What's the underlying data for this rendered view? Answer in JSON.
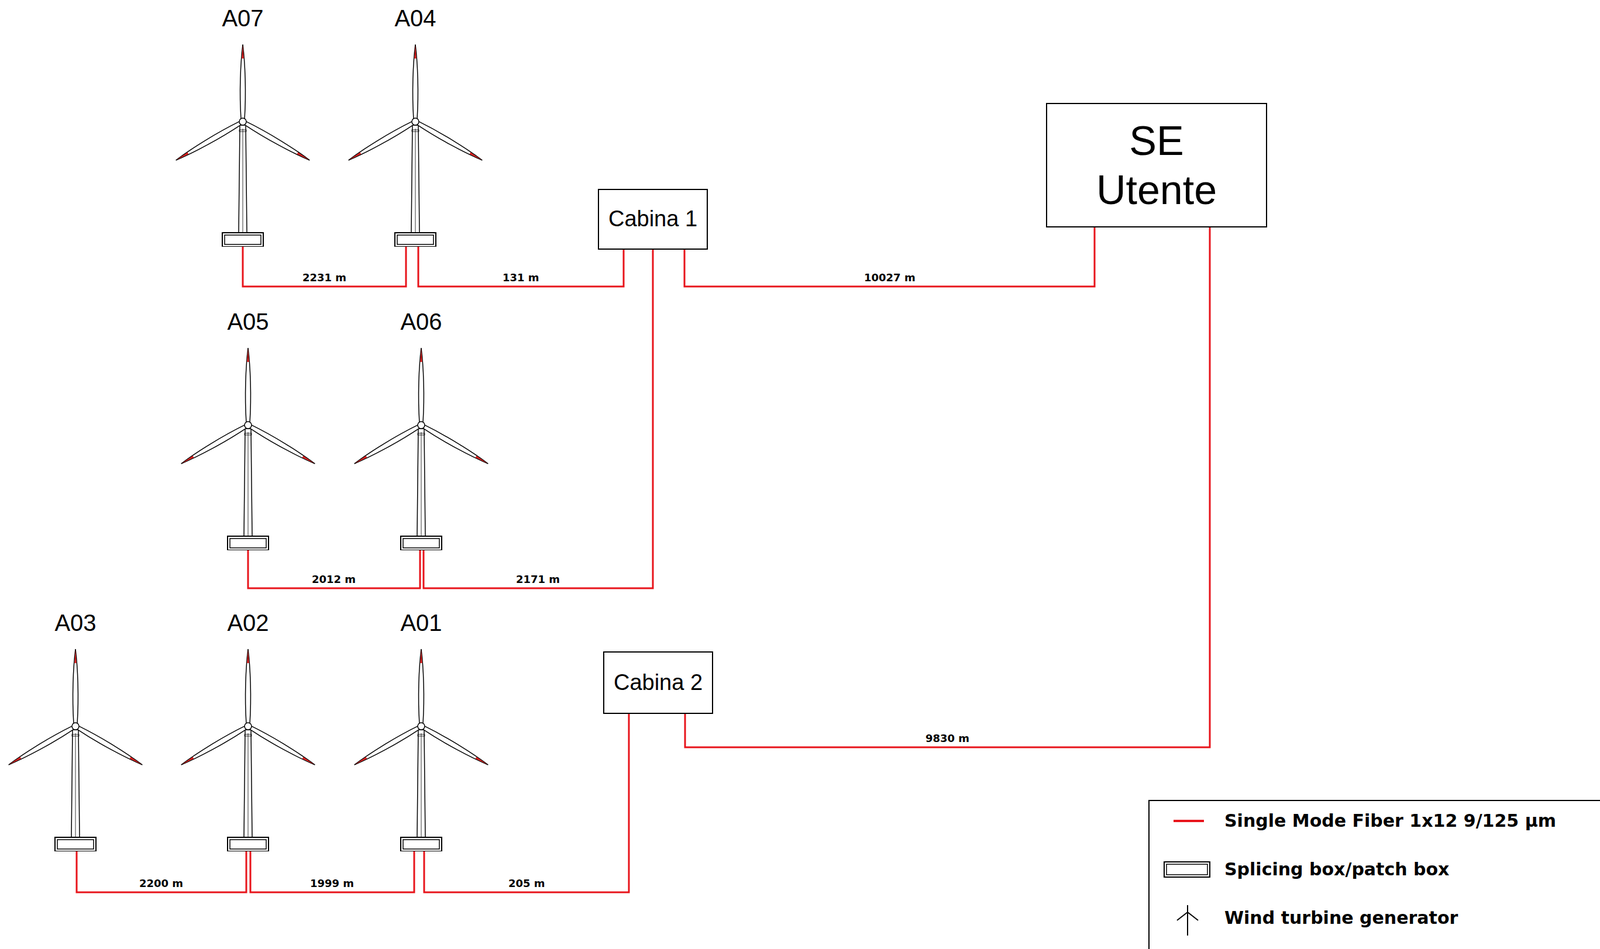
{
  "diagram": {
    "nodes": [
      {
        "text": [
          "A07"
        ]
      },
      {
        "text": [
          "A04"
        ]
      },
      {
        "text": [
          "Cabina 1"
        ]
      },
      {
        "text": [
          "SE Utente"
        ]
      },
      {
        "text": [
          "A05"
        ]
      },
      {
        "text": [
          "A06"
        ]
      },
      {
        "text": [
          "A03"
        ]
      },
      {
        "text": [
          "A02"
        ]
      },
      {
        "text": [
          "A01"
        ]
      },
      {
        "text": [
          "Cabina 2"
        ]
      }
    ],
    "edges": [
      {
        "from": 0,
        "to": 1,
        "label": "2231 m",
        "arrow": "none"
      },
      {
        "from": 1,
        "to": 2,
        "label": "131 m",
        "arrow": "none"
      },
      {
        "from": 2,
        "to": 3,
        "label": "10027 m",
        "arrow": "none"
      },
      {
        "from": 4,
        "to": 5,
        "label": "2012 m",
        "arrow": "none"
      },
      {
        "from": 5,
        "to": 2,
        "label": "2171 m",
        "arrow": "none"
      },
      {
        "from": 6,
        "to": 7,
        "label": "2200 m",
        "arrow": "none"
      },
      {
        "from": 7,
        "to": 8,
        "label": "1999 m",
        "arrow": "none"
      },
      {
        "from": 8,
        "to": 9,
        "label": "205 m",
        "arrow": "none"
      },
      {
        "from": 9,
        "to": 3,
        "label": "9830 m",
        "arrow": "none"
      }
    ],
    "legend": [
      {
        "text": "Single Mode Fiber 1x12 9/125 µm"
      },
      {
        "text": "Splicing box/patch box"
      },
      {
        "text": "Wind turbine generator"
      }
    ]
  }
}
